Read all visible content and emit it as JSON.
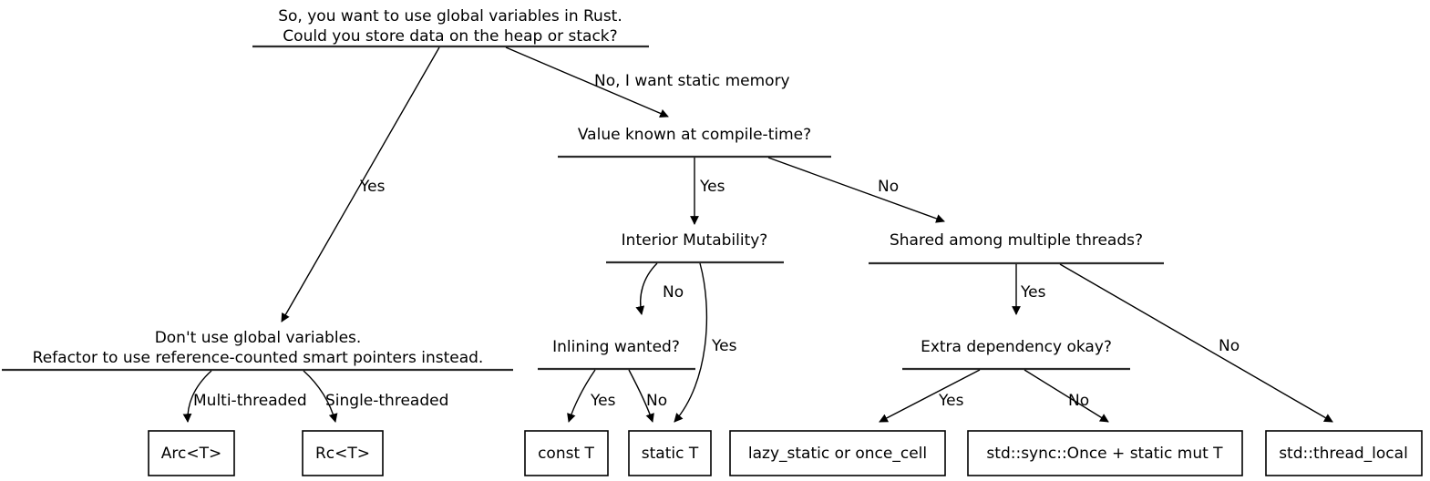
{
  "diagram": {
    "title": "Rust global variables decision tree",
    "colors": {
      "background": "#ffffff",
      "stroke": "#000000",
      "rule": "#2b2b2b"
    },
    "nodes": [
      {
        "id": "root",
        "lines": [
          "So, you want to use global variables in Rust.",
          "Could you store data on the heap or stack?"
        ],
        "line1": "So, you want to use global variables in Rust.",
        "line2": "Could you store data on the heap or stack?"
      },
      {
        "id": "dont-use-globals",
        "lines": [
          "Don't use global variables.",
          "Refactor to use reference-counted smart pointers instead."
        ],
        "line1": "Don't use global variables.",
        "line2": "Refactor to use reference-counted smart pointers instead."
      },
      {
        "id": "value-known-compile-time",
        "line1": "Value known at compile-time?"
      },
      {
        "id": "interior-mutability",
        "line1": "Interior Mutability?"
      },
      {
        "id": "shared-among-threads",
        "line1": "Shared among multiple threads?"
      },
      {
        "id": "inlining-wanted",
        "line1": "Inlining wanted?"
      },
      {
        "id": "extra-dependency-okay",
        "line1": "Extra dependency okay?"
      }
    ],
    "edge_labels": {
      "root_yes": "Yes",
      "root_no": "No, I want static memory",
      "compile_yes": "Yes",
      "compile_no": "No",
      "globals_multi": "Multi-threaded",
      "globals_single": "Single-threaded",
      "interior_no": "No",
      "interior_yes": "Yes",
      "inlining_yes": "Yes",
      "inlining_no": "No",
      "shared_yes": "Yes",
      "shared_no": "No",
      "dep_yes": "Yes",
      "dep_no": "No"
    },
    "terminals": [
      {
        "id": "arc-t",
        "label": "Arc<T>"
      },
      {
        "id": "rc-t",
        "label": "Rc<T>"
      },
      {
        "id": "const-t",
        "label": "const T"
      },
      {
        "id": "static-t",
        "label": "static T"
      },
      {
        "id": "lazy-static",
        "label": "lazy_static or once_cell"
      },
      {
        "id": "std-sync-once",
        "label": "std::sync::Once + static mut T"
      },
      {
        "id": "std-thread-local",
        "label": "std::thread_local"
      }
    ]
  }
}
